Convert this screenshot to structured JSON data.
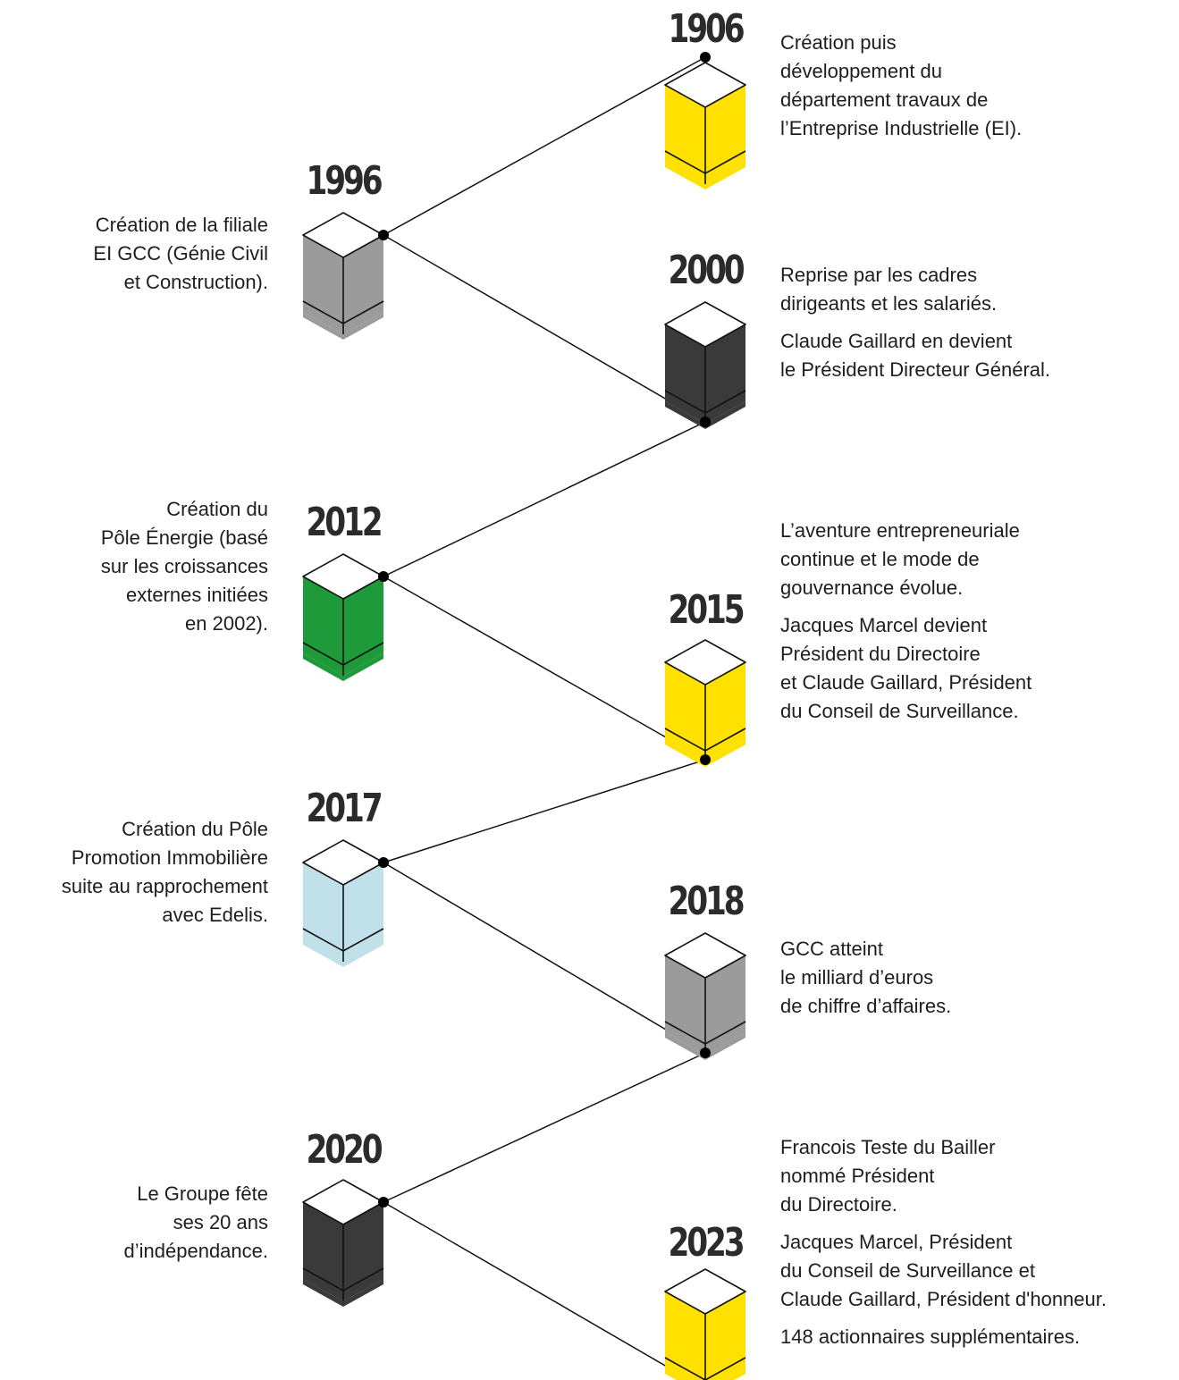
{
  "timeline": [
    {
      "year": "1906",
      "color": "#ffe100",
      "side": "right",
      "paragraphs": [
        "Création puis\ndéveloppement du\ndépartement travaux de\nl’Entreprise Industrielle (EI)."
      ]
    },
    {
      "year": "1996",
      "color": "#9b9b9b",
      "side": "left",
      "paragraphs": [
        "Création de la filiale\nEI GCC (Génie Civil\net Construction)."
      ]
    },
    {
      "year": "2000",
      "color": "#3a3a3a",
      "side": "right",
      "paragraphs": [
        "Reprise par les cadres\ndirigeants et les salariés.",
        "Claude Gaillard en devient\nle Président Directeur Général."
      ]
    },
    {
      "year": "2012",
      "color": "#1f9a3a",
      "side": "left",
      "paragraphs": [
        "Création du\nPôle Énergie (basé\nsur les croissances\nexternes initiées\nen 2002)."
      ]
    },
    {
      "year": "2015",
      "color": "#ffe100",
      "side": "right",
      "paragraphs": [
        "L’aventure entrepreneuriale\ncontinue et le mode de\ngouvernance évolue.",
        "Jacques Marcel devient\nPrésident du Directoire\net Claude Gaillard, Président\ndu Conseil de Surveillance."
      ]
    },
    {
      "year": "2017",
      "color": "#c0e0ea",
      "side": "left",
      "paragraphs": [
        "Création du Pôle\nPromotion Immobilière\nsuite au rapprochement\navec Edelis."
      ]
    },
    {
      "year": "2018",
      "color": "#9b9b9b",
      "side": "right",
      "paragraphs": [
        "GCC atteint\nle milliard d’euros\nde chiffre d’affaires."
      ]
    },
    {
      "year": "2020",
      "color": "#3a3a3a",
      "side": "left",
      "paragraphs": [
        "Le Groupe fête\nses 20 ans\nd’indépendance."
      ]
    },
    {
      "year": "2023",
      "color": "#ffe100",
      "side": "right",
      "paragraphs": [
        "Francois Teste du Bailler\nnommé Président\ndu Directoire.",
        "Jacques Marcel, Président\ndu Conseil de Surveillance et\nClaude Gaillard, Président d'honneur.",
        "148 actionnaires supplémentaires."
      ]
    }
  ]
}
